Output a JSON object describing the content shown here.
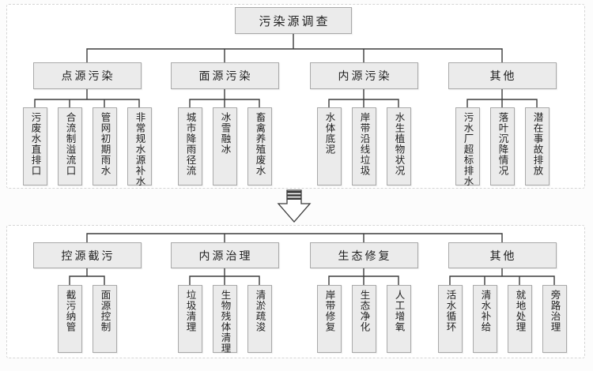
{
  "colors": {
    "node_fill": "#ebebeb",
    "node_border": "#a9a9a9",
    "connector": "#3c3c3c",
    "panel_border": "#d5d5d5"
  },
  "top_section": {
    "root": "污染源调查",
    "branches": [
      {
        "label": "点源污染",
        "children": [
          "污废水直排口",
          "合流制溢流口",
          "管网初期雨水",
          "非常规水源补水"
        ]
      },
      {
        "label": "面源污染",
        "children": [
          "城市降雨径流",
          "冰雪融冰",
          "畜禽养殖废水"
        ]
      },
      {
        "label": "内源污染",
        "children": [
          "水体底泥",
          "岸带沿线垃圾",
          "水生植物状况"
        ]
      },
      {
        "label": "其他",
        "children": [
          "污水厂超标排水",
          "落叶沉降情况",
          "潜在事故排放"
        ]
      }
    ]
  },
  "arrow": {
    "icon": "down-block-arrow"
  },
  "bottom_section": {
    "branches": [
      {
        "label": "控源截污",
        "children": [
          "截污纳管",
          "面源控制"
        ]
      },
      {
        "label": "内源治理",
        "children": [
          "垃圾清理",
          "生物残体清理",
          "清淤疏浚"
        ]
      },
      {
        "label": "生态修复",
        "children": [
          "岸带修复",
          "生态净化",
          "人工增氧"
        ]
      },
      {
        "label": "其他",
        "children": [
          "活水循环",
          "清水补给",
          "就地处理",
          "旁路治理"
        ]
      }
    ]
  }
}
